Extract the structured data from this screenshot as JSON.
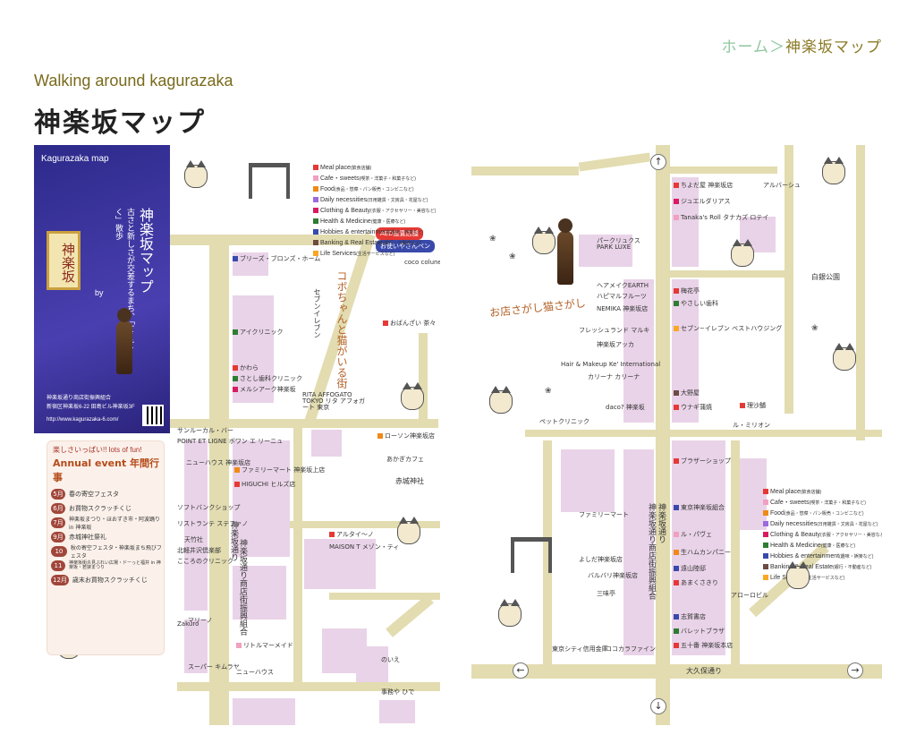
{
  "breadcrumb": {
    "home": "ホーム",
    "sep": "＞",
    "current": "神楽坂マップ"
  },
  "subtitle": "Walking around kagurazaka",
  "title": "神楽坂マップ",
  "panel": {
    "heading": "Kagurazaka map",
    "vertical_title": "神楽坂マップ",
    "tagline": "古さと新しさが交差するまち、「てくてく」散歩",
    "sign": "神楽坂",
    "by": "by",
    "org_name": "神楽坂通り商店街振興組合",
    "org_address": "新宿区神楽坂6-22 田島ビル神楽坂3F",
    "url": "http://www.kagurazaka-6.com/"
  },
  "events": {
    "header": "楽しさいっぱい!! lots of fun!",
    "title": "Annual event 年間行事",
    "items": [
      {
        "month": "5月",
        "label": "春の寄空フェスタ"
      },
      {
        "month": "6月",
        "label": "お買物スクラッチくじ"
      },
      {
        "month": "7月",
        "label": "神楽坂まつり・ほおずき市・阿波踊り in 神楽坂"
      },
      {
        "month": "9月",
        "label": "赤城神社祭礼"
      },
      {
        "month": "10月",
        "label": "秋の寄空フェスタ・神楽坂まち飛びフェスタ"
      },
      {
        "month": "11月",
        "label": "神楽坂街炎見ぶれい広場・ドーっと福井 in 神楽坂・若狭まつり"
      },
      {
        "month": "12月",
        "label": "歳末お買物スクラッチくじ"
      }
    ]
  },
  "legend": [
    {
      "label": "Meal place",
      "note": "(飲食店舗)",
      "color": "#e53935"
    },
    {
      "label": "Cafe・sweets",
      "note": "(喫茶・洋菓子・和菓子など)",
      "color": "#f0a0c0"
    },
    {
      "label": "Food",
      "note": "(食品・惣菜・パン販売・コンビニなど)",
      "color": "#ef8a17"
    },
    {
      "label": "Daily necessities",
      "note": "(日用雑貨・文房具・花屋など)",
      "color": "#9c6ade"
    },
    {
      "label": "Clothing & Beauty",
      "note": "(衣服・アクセサリー・美容など)",
      "color": "#d81b60"
    },
    {
      "label": "Health & Medicine",
      "note": "(健康・医療など)",
      "color": "#2e7d32"
    },
    {
      "label": "Hobbies & entertainment",
      "note": "(趣味・娯楽など)",
      "color": "#3949ab"
    },
    {
      "label": "Banking & Real Estate",
      "note": "(銀行・不動産など)",
      "color": "#6d4c41"
    },
    {
      "label": "Life Services",
      "note": "(生活サービスなど)",
      "color": "#f9a825"
    }
  ],
  "left_map": {
    "tags": [
      "AED設置店舗",
      "お使いやさんペン"
    ],
    "street_main": "神楽坂通り",
    "street_shop": "神楽坂通り商店街振興組合",
    "cat_street": "コボちゃんと猫がいる街",
    "shops": [
      "ブリーズ・ブロンズ・ホーム",
      "アイクリニック",
      "かわら",
      "さとし歯科クリニック",
      "メルシアーク神楽坂",
      "RITA AFFOGATO TOKYO リタ アフォガート 東京",
      "POINT ET LIGNE ボワン エ リーニュ",
      "サンルーカル・バー",
      "ニューハウス 神楽坂店",
      "ファミリーマート 神楽坂上店",
      "HIGUCHI ヒルズ店",
      "ソフトバンクショップ",
      "リストランテ ステファノ",
      "天竹社",
      "北軽井沢倶楽部",
      "こころのクリニック",
      "アルタイ〜ノ",
      "MAISON T メゾン・ティ",
      "ローソン神楽坂店",
      "あかぎカフェ",
      "coco colune",
      "おばんざい 茶々",
      "セブンイレブン",
      "Zakuro",
      "マリーノ",
      "スーパー キムラヤ",
      "リトルマーメイド",
      "ニューハウス",
      "のいえ",
      "事務や ひで"
    ],
    "shrine": "赤城神社"
  },
  "right_map": {
    "cat_search": "お店さがし猫さがし",
    "street_main": "神楽坂通り",
    "street_shop": "神楽坂通り商店街振興組合",
    "street_bottom": "大久保通り",
    "park": "白銀公園",
    "shops": [
      "ちよだ屋 神楽坂店",
      "ジュエルダリアス",
      "Tanaka's Roll タナカズ ロテイ",
      "アルバーシュ",
      "パークリュクス PARK LUXE",
      "ヘアメイクEARTH",
      "ハピマルフルーツ",
      "NEMIKA 神楽坂店",
      "梅花亭",
      "やさしい歯科",
      "フレッシュランド マルキ",
      "セブン−イレブン ベストハウジング",
      "神楽坂アッカ",
      "Hair & Makeup Ke' International",
      "カリーナ カリーナ",
      "大野屋",
      "理沙舗",
      "ル・ミリオン",
      "ウナギ蒲焼",
      "ペットクリニック",
      "daco? 神楽坂",
      "ブラザーショップ",
      "東京神楽坂組合",
      "ファミリーマート",
      "ル・パヴェ",
      "生ハムカンパニー",
      "遠山陸邸",
      "あまくさきり",
      "志賀書店",
      "ココカラファイン",
      "東京シティ信用金庫",
      "よしだ神楽坂店",
      "バルバリ神楽坂店",
      "三味亭",
      "五十番 神楽坂本店",
      "バレットブラザ",
      "アローロビル"
    ],
    "arrows": [
      "←",
      "→",
      "↑",
      "↓"
    ]
  },
  "colors": {
    "accent_green": "#8fc79e",
    "accent_gold": "#8b7a25",
    "road": "#e2dcb0",
    "block": "#e9d3e8",
    "panel": "#3a34a0"
  }
}
